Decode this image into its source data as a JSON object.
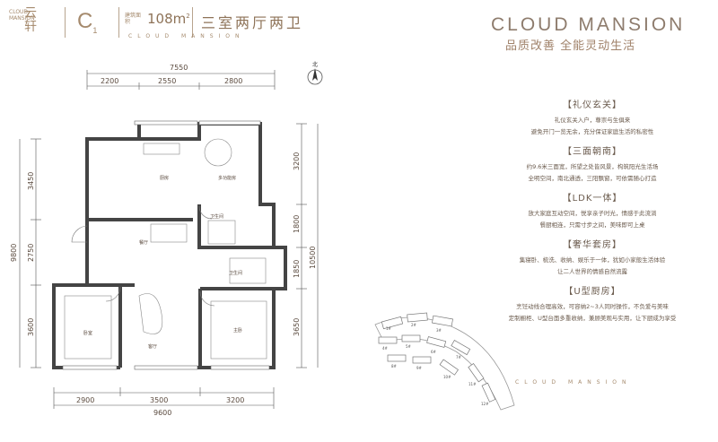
{
  "header": {
    "brand_vertical": "CLOUD MANSION",
    "brand_name": "云轩",
    "unit_code": "C",
    "unit_sub": "1",
    "area_label": "建筑面积",
    "area_value": "108m",
    "area_unit_sup": "2",
    "layout_title": "三室两厅两卫",
    "sub_brand": "CLOUD MANSION"
  },
  "right": {
    "mansion_title": "CLOUD MANSION",
    "slogan": "品质改善 全能灵动生活",
    "features": [
      {
        "title": "【礼仪玄关】",
        "lines": [
          "礼仪玄关入户，尊崇与生俱来",
          "避免开门一览无余，充分保证家庭生活的私密性"
        ]
      },
      {
        "title": "【三面朝南】",
        "lines": [
          "约9.6米三面宽，所望之处皆风景，构筑阳光生活场",
          "全明空间，南北通透，三阳飘窗，可依需随心打造"
        ]
      },
      {
        "title": "【LDK一体】",
        "lines": [
          "放大家庭互动空间，悦享亲子时光，情感于此流淌",
          "餐厨相连，只需寸步之间，美味即可上桌"
        ]
      },
      {
        "title": "【奢华套房】",
        "lines": [
          "集寝卧、梳洗、收纳、娱乐于一体，犹如小家般生活体验",
          "让二人世界的情感自然流露"
        ]
      },
      {
        "title": "【U型厨房】",
        "lines": [
          "烹饪动线合理高效，可容纳2~3人同时操作，不负爱与美味",
          "定制橱柜、U型台面多重收纳，兼顾美观与实用，让下厨成为享受"
        ]
      }
    ],
    "footer_brand": "CLOUD MANSION"
  },
  "plan": {
    "top_total": "7550",
    "top_dims": [
      "2200",
      "2550",
      "2800"
    ],
    "left_total": "9800",
    "left_dims": [
      "3450",
      "2750",
      "3600"
    ],
    "right_total": "10500",
    "right_dims": [
      "3200",
      "1800",
      "1850",
      "3650"
    ],
    "bottom_dims": [
      "2900",
      "3500",
      "3200"
    ],
    "bottom_total": "9600",
    "rooms": {
      "kitchen": "厨房",
      "multi": "多功能房",
      "bath1": "卫生间",
      "dining": "餐厅",
      "bath2": "卫生间",
      "bedroom": "卧室",
      "living": "客厅",
      "master": "主卧"
    },
    "north_label": "北"
  },
  "site_plan": {
    "labels": [
      "1#",
      "2#",
      "3#",
      "4#",
      "5#",
      "6#",
      "7#",
      "8#",
      "9#",
      "10#",
      "11#",
      "12#"
    ]
  }
}
